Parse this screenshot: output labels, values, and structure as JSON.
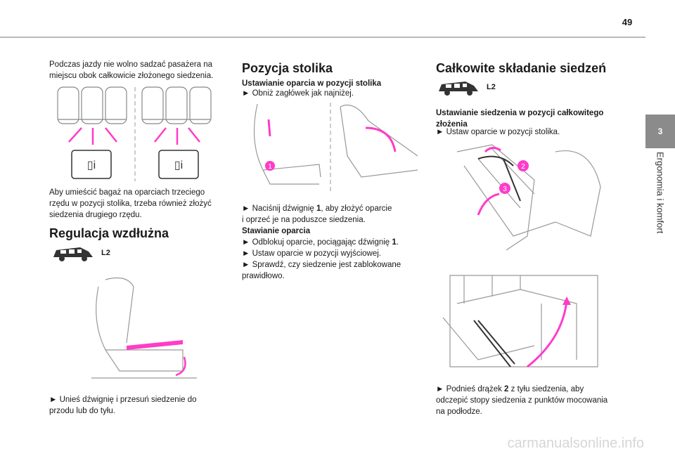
{
  "page": {
    "number": "49"
  },
  "side_tab": {
    "chapter_number": "3",
    "chapter_title": "Ergonomia i komfort"
  },
  "col1": {
    "intro": [
      "Podczas jazdy nie wolno sadzać pasażera na",
      "miejscu obok całkowicie złożonego siedzenia."
    ],
    "para2": [
      "Aby umieścić bagaż na oparciach trzeciego",
      "rzędu w pozycji stolika, trzeba również złożyć",
      "siedzenia drugiego rzędu."
    ],
    "heading": "Regulacja wzdłużna",
    "badge": "L2",
    "caption": [
      "► Unieś dźwignię i przesuń siedzenie do",
      "przodu lub do tyłu."
    ]
  },
  "col2": {
    "heading": "Pozycja stolika",
    "subheading": "Ustawianie oparcia w pozycji stolika",
    "step1": "► Obniż zagłówek jak najniżej.",
    "callout_1": "1",
    "step2_a": "► Naciśnij dźwignię ",
    "step2_num": "1",
    "step2_b": ", aby złożyć oparcie",
    "step2_line2": "i oprzeć je na poduszce siedzenia.",
    "subheading2": "Stawianie oparcia",
    "step3_a": "► Odblokuj oparcie, pociągając dźwignię ",
    "step3_num": "1",
    "step3_b": ".",
    "step4": "► Ustaw oparcie w pozycji wyjściowej.",
    "step5": [
      "► Sprawdź, czy siedzenie jest zablokowane",
      "prawidłowo."
    ]
  },
  "col3": {
    "heading": "Całkowite składanie siedzeń",
    "badge": "L2",
    "subheading": [
      "Ustawianie siedzenia w pozycji całkowitego",
      "złożenia"
    ],
    "step1": "► Ustaw oparcie w pozycji stolika.",
    "callout_2": "2",
    "callout_3": "3",
    "caption_a": "► Podnieś drążek ",
    "caption_num": "2",
    "caption_b": " z tyłu siedzenia, aby",
    "caption_lines": [
      "odczepić stopy siedzenia z punktów mocowania",
      "na podłodze."
    ]
  },
  "watermark": "carmanualsonline.info",
  "colors": {
    "accent": "#ff3cc8",
    "tab": "#8b8b8b",
    "rule": "#b9b9b9"
  }
}
